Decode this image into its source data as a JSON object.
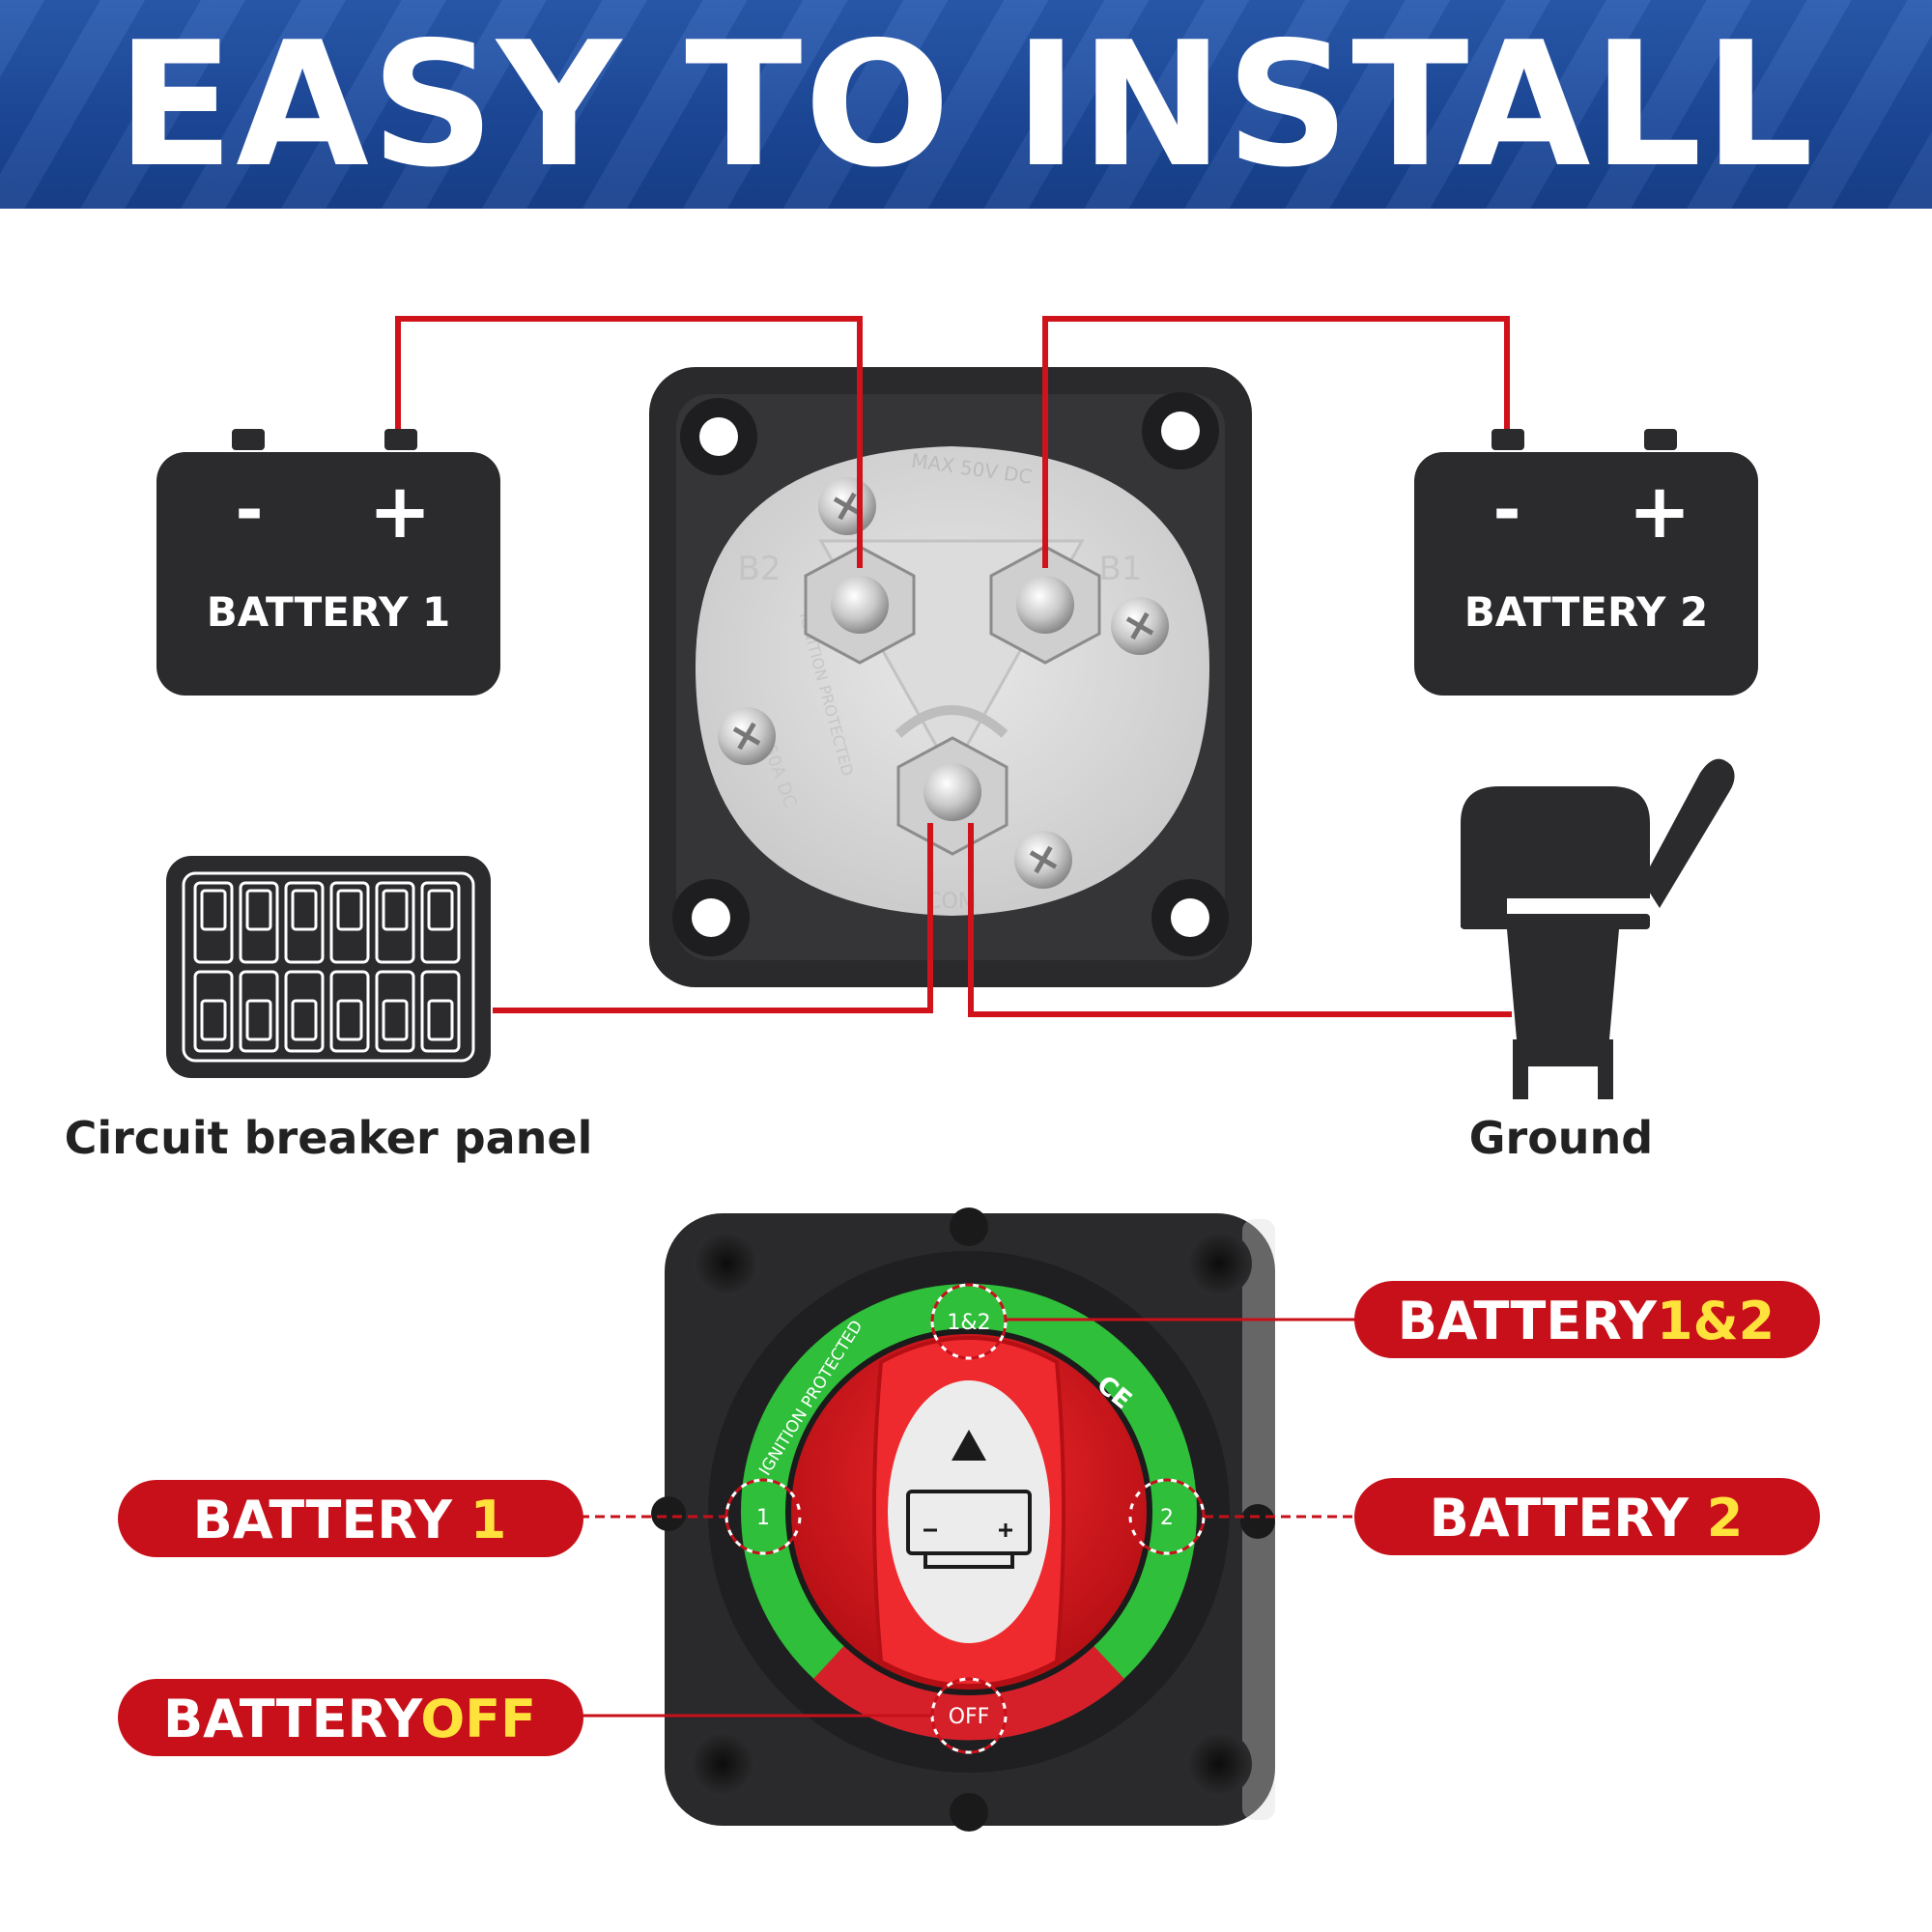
{
  "banner": {
    "title": "EASY TO INSTALL"
  },
  "wiring": {
    "battery1": {
      "minus": "-",
      "plus": "+",
      "label": "BATTERY 1"
    },
    "battery2": {
      "minus": "-",
      "plus": "+",
      "label": "BATTERY 2"
    },
    "breaker_panel_label": "Circuit breaker panel",
    "ground_label": "Ground",
    "switch_markings": {
      "top": "MAX 50V DC",
      "left": "B2",
      "right": "B1",
      "bottom": "COM",
      "rating": "250A DC",
      "side": "IGNITION PROTECTED"
    }
  },
  "selector": {
    "dial_positions": {
      "both": "1&2",
      "one": "1",
      "two": "2",
      "off": "OFF"
    },
    "ring_text": "IGNITION PROTECTED",
    "ce_mark": "CE",
    "labels": {
      "both": {
        "prefix": "BATTERY",
        "suffix": "1&2"
      },
      "one": {
        "prefix": "BATTERY ",
        "suffix": "1"
      },
      "two": {
        "prefix": "BATTERY ",
        "suffix": "2"
      },
      "off": {
        "prefix": "BATTERY",
        "suffix": "OFF"
      }
    }
  },
  "colors": {
    "wire": "#d0121b",
    "pill": "#c8101a",
    "accent_yellow": "#ffe23b",
    "dial_green": "#2fbf3a",
    "dial_red": "#e11a1f",
    "housing": "#2a2a2c",
    "icon_dark": "#2b2b2e"
  }
}
